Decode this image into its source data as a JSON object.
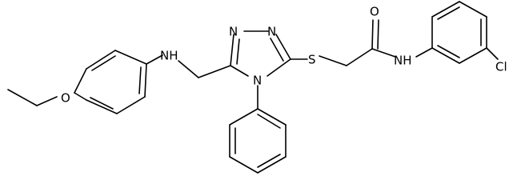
{
  "molecule": {
    "atoms": {
      "ethoxy_o": "O",
      "amine_nh": "NH",
      "triazole_n1": "N",
      "triazole_n2": "N",
      "triazole_n4": "N",
      "thioether_s": "S",
      "carbonyl_o": "O",
      "amide_nh": "NH",
      "chloro": "Cl"
    }
  }
}
